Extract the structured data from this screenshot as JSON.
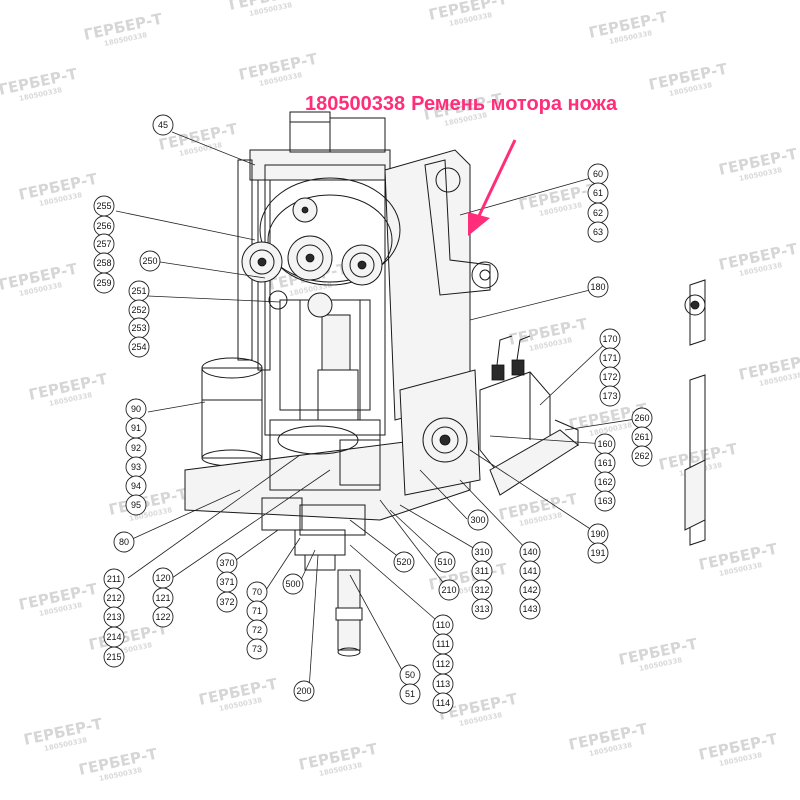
{
  "title": {
    "part_number": "180500338",
    "description": "Ремень мотора ножа",
    "color": "#ff2d7a"
  },
  "watermark": {
    "brand": "ГЕРБЕР-Т",
    "code": "180500338",
    "color": "#d6d6d6"
  },
  "callouts": [
    "45",
    "255",
    "256",
    "257",
    "258",
    "259",
    "250",
    "251",
    "252",
    "253",
    "254",
    "90",
    "91",
    "92",
    "93",
    "94",
    "95",
    "80",
    "211",
    "212",
    "213",
    "214",
    "215",
    "120",
    "121",
    "122",
    "370",
    "371",
    "372",
    "70",
    "71",
    "72",
    "73",
    "500",
    "200",
    "50",
    "51",
    "110",
    "111",
    "112",
    "113",
    "114",
    "210",
    "520",
    "510",
    "310",
    "311",
    "312",
    "313",
    "140",
    "141",
    "142",
    "143",
    "300",
    "190",
    "191",
    "160",
    "161",
    "162",
    "163",
    "260",
    "261",
    "262",
    "170",
    "171",
    "172",
    "173",
    "180",
    "60",
    "61",
    "62",
    "63"
  ]
}
